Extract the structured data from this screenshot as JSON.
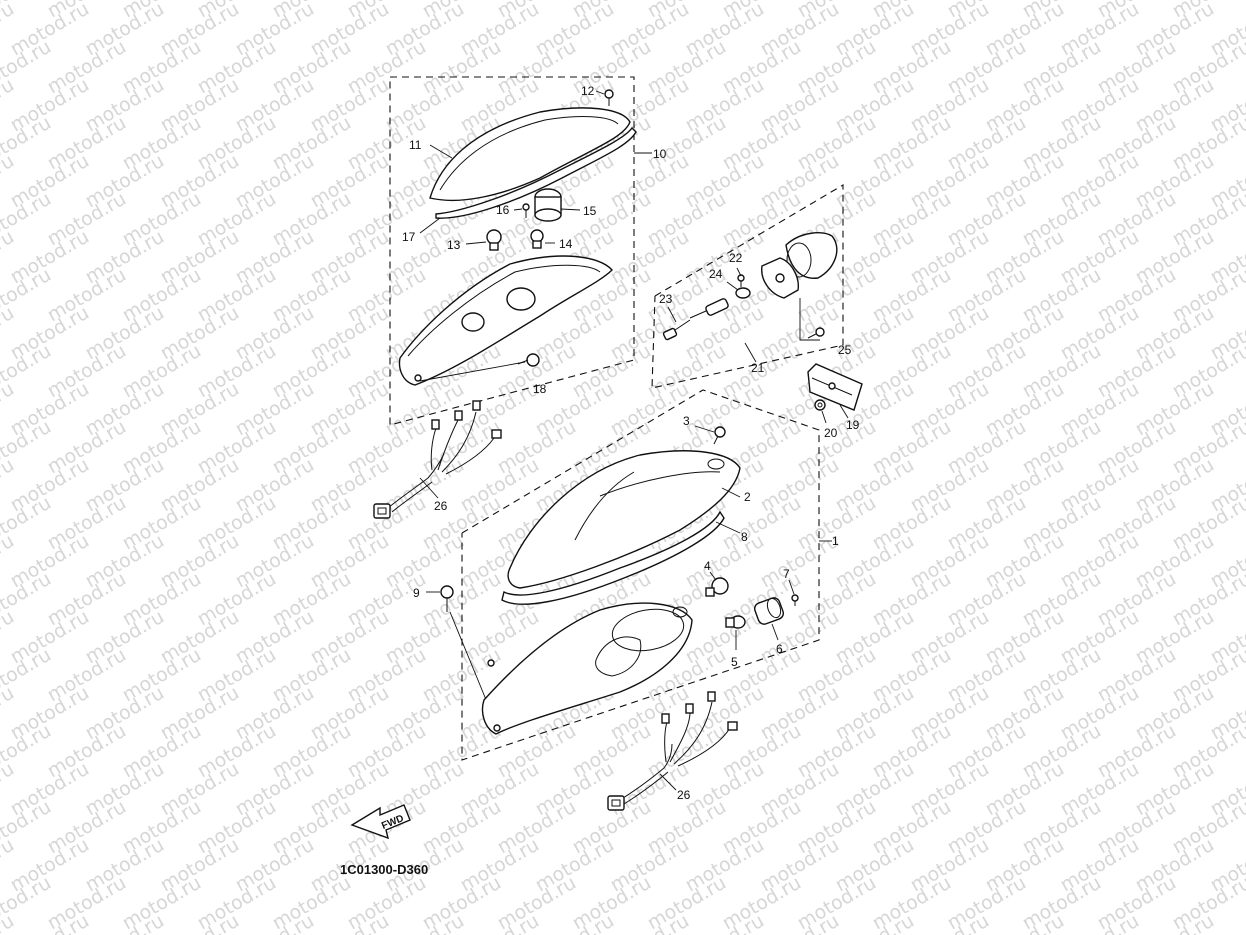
{
  "watermark": "motod.ru",
  "diagram_code": "1C01300-D360",
  "fwd_label": "FWD",
  "callouts": {
    "c1": "1",
    "c2": "2",
    "c3": "3",
    "c4": "4",
    "c5": "5",
    "c6": "6",
    "c7": "7",
    "c8": "8",
    "c9": "9",
    "c10": "10",
    "c11": "11",
    "c12": "12",
    "c13": "13",
    "c14": "14",
    "c15": "15",
    "c16": "16",
    "c17": "17",
    "c18": "18",
    "c19": "19",
    "c20": "20",
    "c21": "21",
    "c22": "22",
    "c23": "23",
    "c24": "24",
    "c25": "25",
    "c26a": "26",
    "c26b": "26"
  }
}
